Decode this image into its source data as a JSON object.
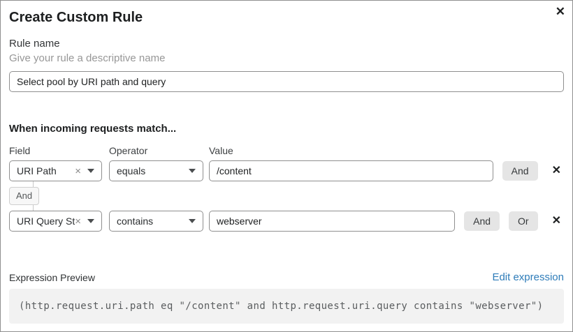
{
  "dialog": {
    "title": "Create Custom Rule"
  },
  "icons": {
    "close": "✕",
    "clear": "×",
    "remove": "✕",
    "caret": "caret-down"
  },
  "rule_name": {
    "label": "Rule name",
    "helper": "Give your rule a descriptive name",
    "value": "Select pool by URI path and query"
  },
  "matcher": {
    "heading": "When incoming requests match...",
    "field_label": "Field",
    "operator_label": "Operator",
    "value_label": "Value",
    "connector_label": "And",
    "rows": [
      {
        "field": "URI Path",
        "operator": "equals",
        "value": "/content",
        "and_label": "And"
      },
      {
        "field": "URI Query St...",
        "operator": "contains",
        "value": "webserver",
        "and_label": "And",
        "or_label": "Or"
      }
    ]
  },
  "expression": {
    "label": "Expression Preview",
    "edit_link": "Edit expression",
    "code": "(http.request.uri.path eq \"/content\" and http.request.uri.query contains \"webserver\")"
  },
  "colors": {
    "link_blue": "#2e7cb9",
    "logic_button_bg": "#e5e5e5",
    "code_bg": "#f2f2f2",
    "input_border": "#8f8f8f"
  }
}
